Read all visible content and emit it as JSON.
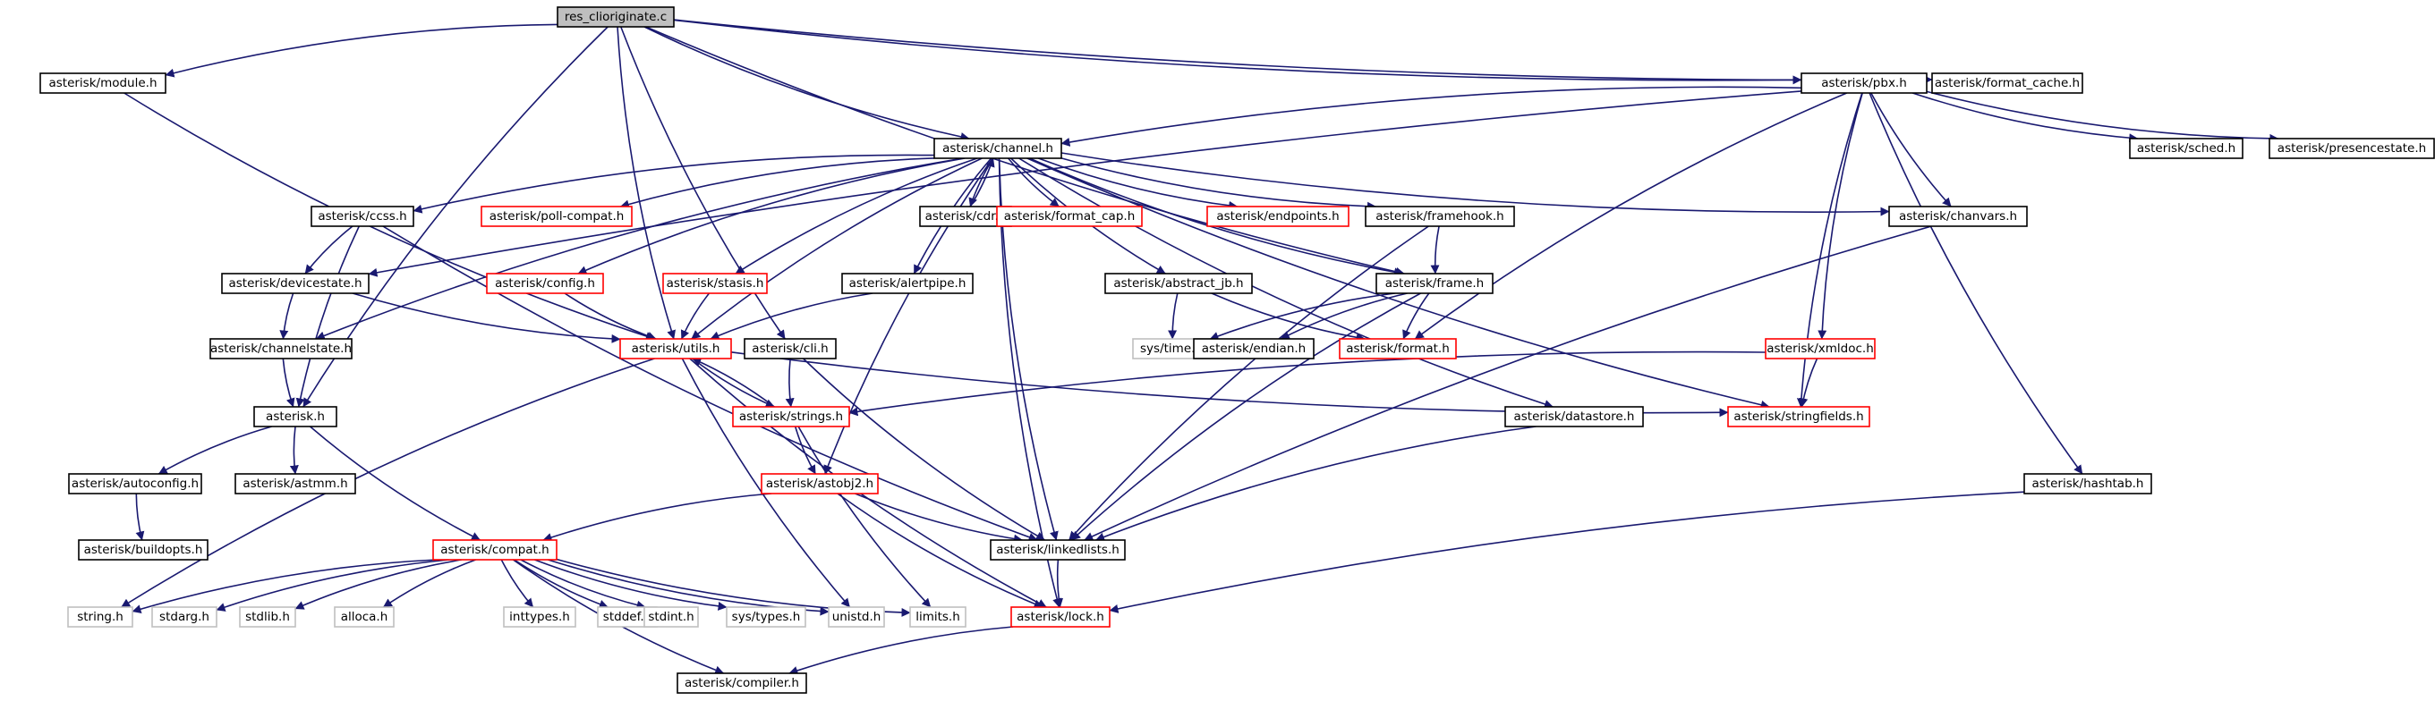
{
  "colors": {
    "edge": "#191970",
    "root_fill": "#bfbfbf",
    "normal_border": "#000000",
    "linked_border": "#ff0000",
    "system_border": "#bfbfbf",
    "system_text": "#999999"
  },
  "nodes": {
    "res_clioriginate": "res_clioriginate.c",
    "module": "asterisk/module.h",
    "pbx": "asterisk/pbx.h",
    "format_cache": "asterisk/format_cache.h",
    "channel": "asterisk/channel.h",
    "sched": "asterisk/sched.h",
    "presencestate": "asterisk/presencestate.h",
    "ccss": "asterisk/ccss.h",
    "poll_compat": "asterisk/poll-compat.h",
    "cdr": "asterisk/cdr.h",
    "format_cap": "asterisk/format_cap.h",
    "endpoints": "asterisk/endpoints.h",
    "framehook": "asterisk/framehook.h",
    "chanvars": "asterisk/chanvars.h",
    "devicestate": "asterisk/devicestate.h",
    "config": "asterisk/config.h",
    "stasis": "asterisk/stasis.h",
    "alertpipe": "asterisk/alertpipe.h",
    "abstract_jb": "asterisk/abstract_jb.h",
    "frame": "asterisk/frame.h",
    "channelstate": "asterisk/channelstate.h",
    "utils": "asterisk/utils.h",
    "cli": "asterisk/cli.h",
    "systime": "sys/time.h",
    "endian": "asterisk/endian.h",
    "format": "asterisk/format.h",
    "xmldoc": "asterisk/xmldoc.h",
    "asterisk": "asterisk.h",
    "strings": "asterisk/strings.h",
    "stringfields": "asterisk/stringfields.h",
    "datastore": "asterisk/datastore.h",
    "autoconfig": "asterisk/autoconfig.h",
    "astmm": "asterisk/astmm.h",
    "astobj2": "asterisk/astobj2.h",
    "hashtab": "asterisk/hashtab.h",
    "buildopts": "asterisk/buildopts.h",
    "compat": "asterisk/compat.h",
    "linkedlists": "asterisk/linkedlists.h",
    "string": "string.h",
    "stdarg": "stdarg.h",
    "stdlib": "stdlib.h",
    "alloca": "alloca.h",
    "inttypes": "inttypes.h",
    "stddef": "stddef.h",
    "stdint": "stdint.h",
    "systypes": "sys/types.h",
    "unistd": "unistd.h",
    "limits": "limits.h",
    "lock": "asterisk/lock.h",
    "compiler": "asterisk/compiler.h"
  }
}
